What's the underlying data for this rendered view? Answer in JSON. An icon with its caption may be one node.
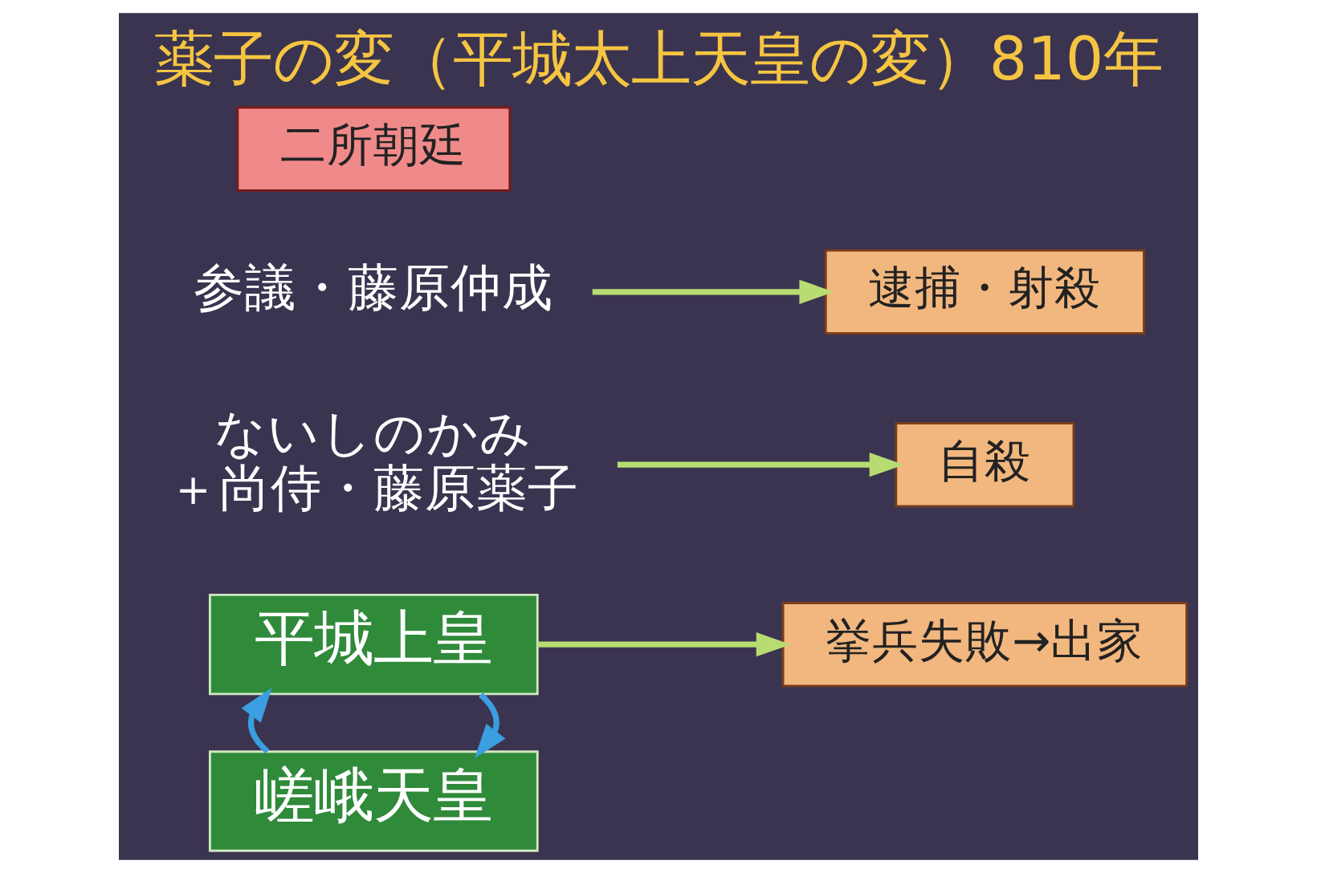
{
  "diagram": {
    "title": "薬子の変（平城太上天皇の変）810年",
    "nodes": [
      {
        "text": [
          "平城上皇"
        ]
      },
      {
        "text": [
          "挙兵失敗→出家"
        ]
      },
      {
        "text": [
          "ないしのかみ",
          "＋尚侍・藤原薬子"
        ]
      },
      {
        "text": [
          "自殺"
        ]
      },
      {
        "text": [
          "参議・藤原仲成"
        ]
      },
      {
        "text": [
          "逮捕・射殺"
        ]
      },
      {
        "text": [
          "二所朝廷"
        ]
      },
      {
        "text": [
          "嵯峨天皇"
        ]
      }
    ],
    "edges": [
      {
        "from": 0,
        "to": 1,
        "arrow": "to"
      },
      {
        "from": 2,
        "to": 3,
        "arrow": "to"
      },
      {
        "from": 4,
        "to": 5,
        "arrow": "to"
      },
      {
        "from": 0,
        "to": 7,
        "arrow": "to",
        "color": "#3a9ee0"
      },
      {
        "from": 7,
        "to": 0,
        "arrow": "to",
        "color": "#3a9ee0"
      }
    ]
  }
}
